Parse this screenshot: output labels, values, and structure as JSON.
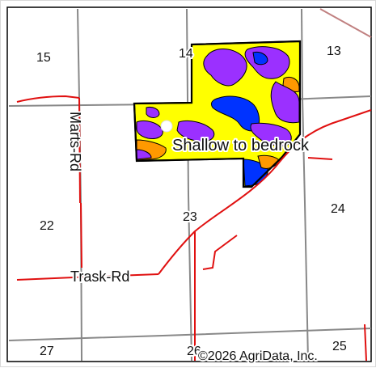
{
  "map": {
    "sections": [
      "15",
      "14",
      "13",
      "22",
      "23",
      "24",
      "27",
      "26",
      "25"
    ],
    "roads": [
      "Marts-Rd",
      "Trask-Rd"
    ],
    "annotation": "Shallow to bedrock",
    "copyright": "©2026 AgriData, Inc."
  },
  "colors": {
    "field_yellow": "#ffff00",
    "purple": "#9b30ff",
    "orange": "#ff9900",
    "blue": "#0033ff",
    "road_red": "#e01010",
    "section_line_gray": "#888888",
    "outline": "#000000"
  }
}
